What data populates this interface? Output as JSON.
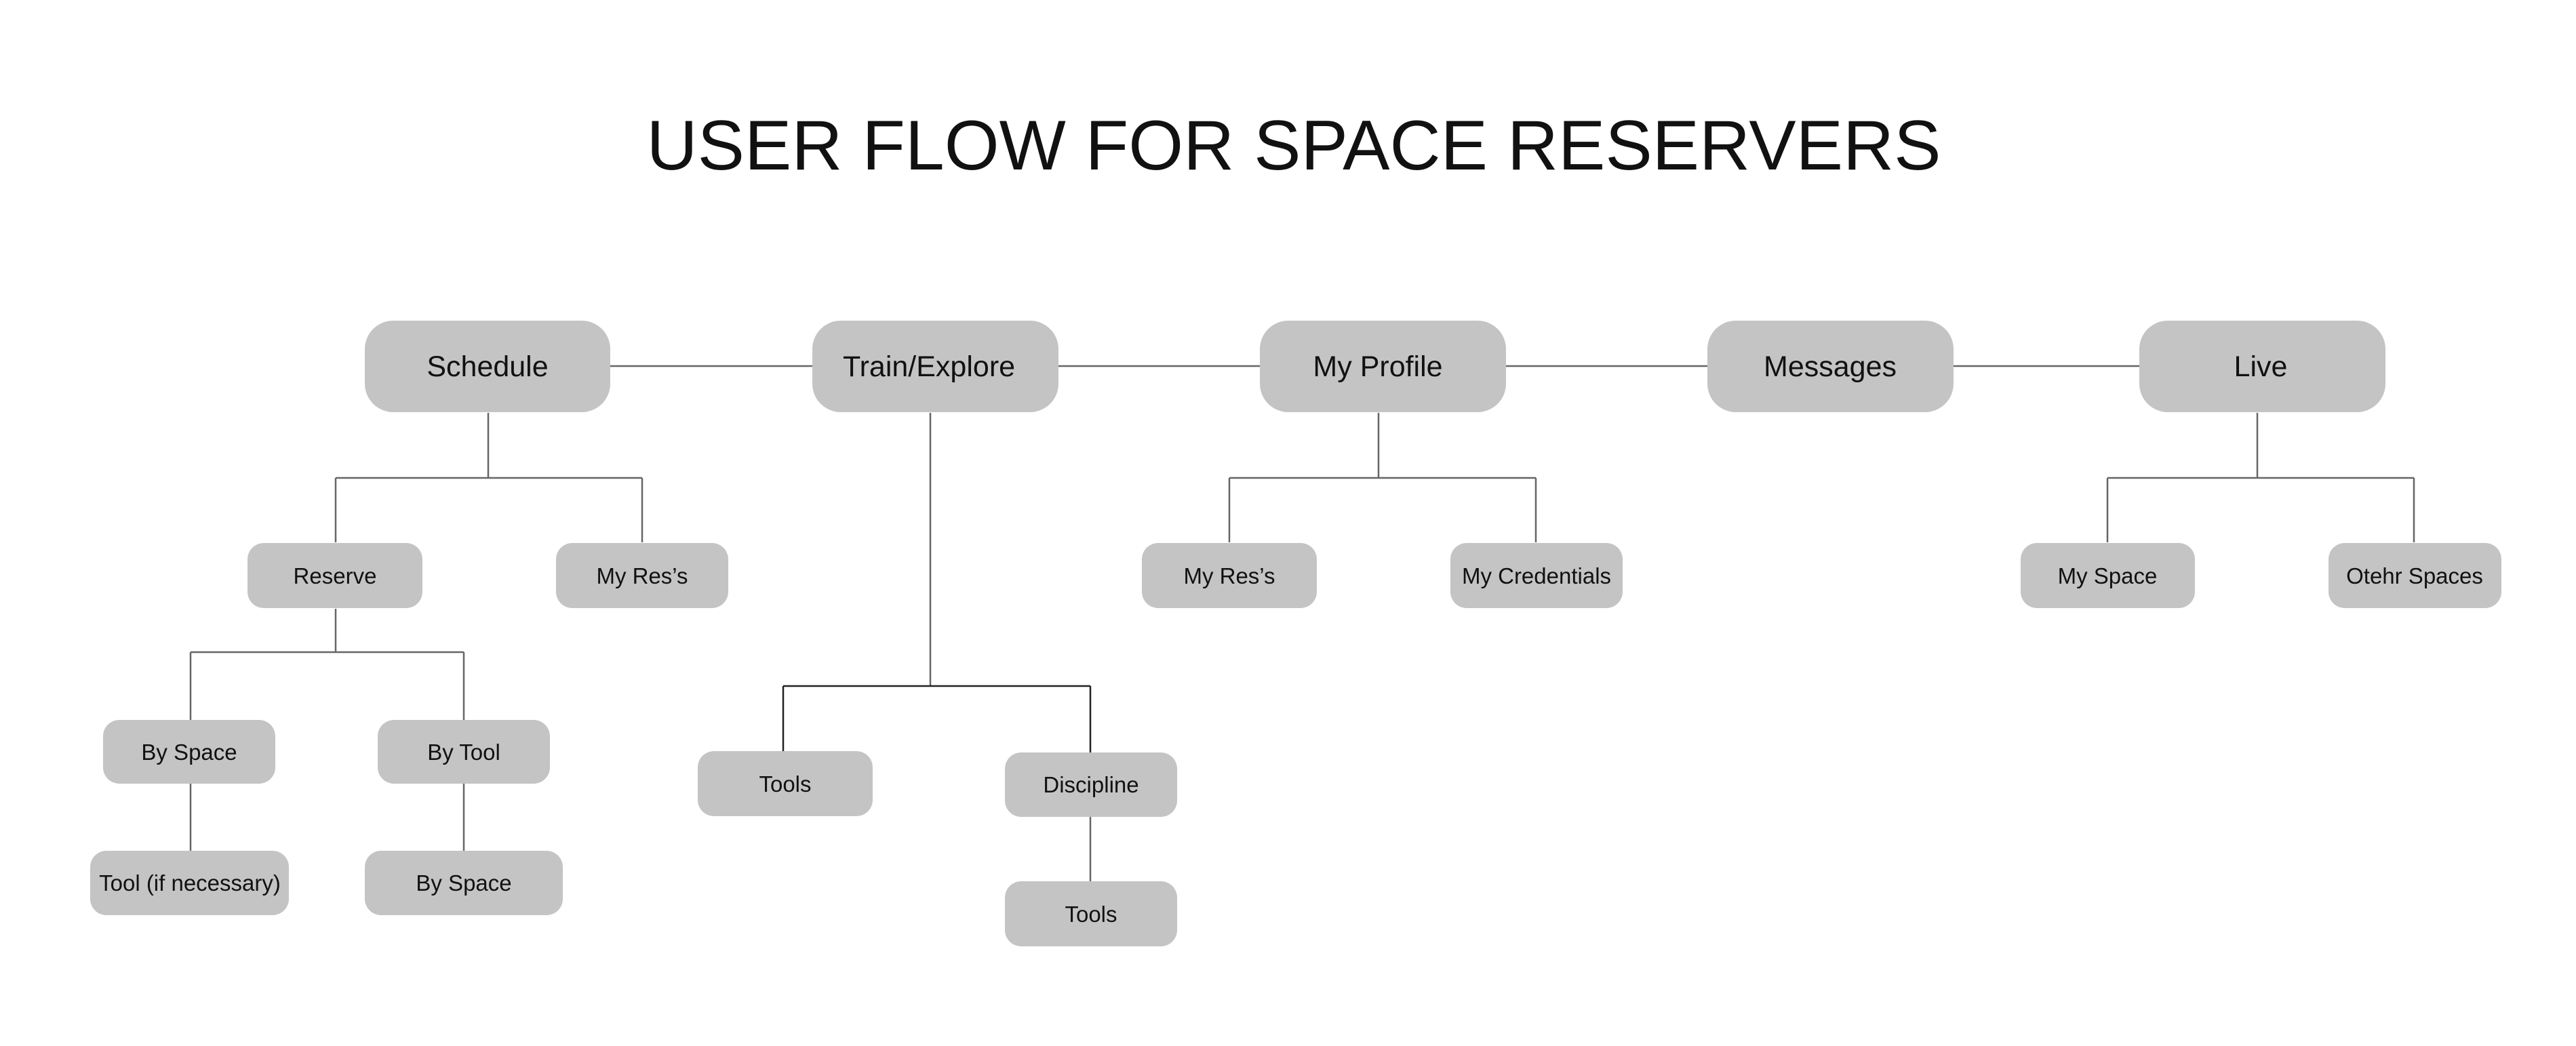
{
  "title": "USER FLOW FOR SPACE RESERVERS",
  "colors": {
    "node_fill": "#c4c4c4",
    "connector": "#666666",
    "text": "#111111",
    "background": "#ffffff"
  },
  "nodes": {
    "schedule": "Schedule",
    "train_explore": "Train/Explore",
    "my_profile": "My Profile",
    "messages": "Messages",
    "live": "Live",
    "reserve": "Reserve",
    "schedule_my_res": "My Res’s",
    "by_space": "By Space",
    "by_tool": "By Tool",
    "tool_if_necessary": "Tool (if necessary)",
    "by_tool_by_space": "By Space",
    "train_tools": "Tools",
    "discipline": "Discipline",
    "discipline_tools": "Tools",
    "profile_my_res": "My Res’s",
    "my_credentials": "My Credentials",
    "my_space": "My Space",
    "other_spaces": "Otehr Spaces"
  },
  "edges": [
    [
      "schedule",
      "train_explore"
    ],
    [
      "train_explore",
      "my_profile"
    ],
    [
      "my_profile",
      "messages"
    ],
    [
      "messages",
      "live"
    ],
    [
      "schedule",
      "reserve"
    ],
    [
      "schedule",
      "schedule_my_res"
    ],
    [
      "reserve",
      "by_space"
    ],
    [
      "reserve",
      "by_tool"
    ],
    [
      "by_space",
      "tool_if_necessary"
    ],
    [
      "by_tool",
      "by_tool_by_space"
    ],
    [
      "train_explore",
      "train_tools"
    ],
    [
      "train_explore",
      "discipline"
    ],
    [
      "discipline",
      "discipline_tools"
    ],
    [
      "my_profile",
      "profile_my_res"
    ],
    [
      "my_profile",
      "my_credentials"
    ],
    [
      "live",
      "my_space"
    ],
    [
      "live",
      "other_spaces"
    ]
  ]
}
